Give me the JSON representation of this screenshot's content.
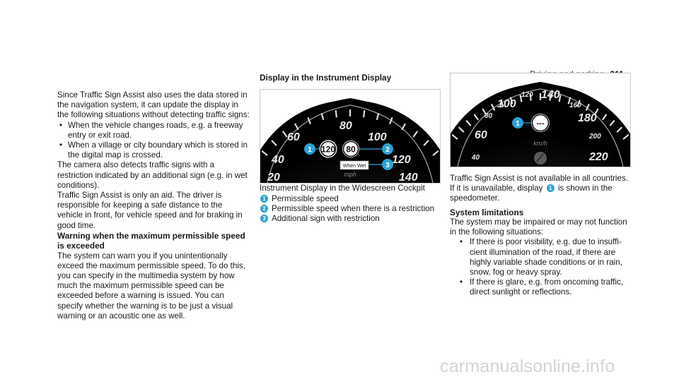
{
  "header": {
    "section": "Driving and parking",
    "page": "211"
  },
  "col1": {
    "intro": "Since Traffic Sign Assist also uses the data stored in the navigation system, it can update the display in the following situations without detecting traffic signs:",
    "bullets": [
      "When the vehicle changes roads, e.g. a free­way entry or exit road.",
      "When a village or city boundary which is stored in the digital map is crossed."
    ],
    "para2": "The camera also detects traffic signs with a restriction indicated by an additional sign (e.g. in wet conditions).",
    "para3": "Traffic Sign Assist is only an aid. The driver is responsible for keeping a safe distance to the vehicle in front, for vehicle speed and for braking in good time.",
    "heading": "Warning when the maximum permissible speed is exceeded",
    "para4": "The system can warn you if you unintentionally exceed the maximum permissible speed. To do this, you can specify in the multimedia system by how much the maximum permissible speed can be exceeded before a warning is issued. You can specify whether the warning is to be just a visual warning or an acoustic one as well."
  },
  "col2": {
    "heading": "Display in the Instrument Display",
    "figure": {
      "sign1": "120",
      "sign2": "80",
      "label": "When Wet",
      "unit": "mph",
      "ticks": [
        "20",
        "40",
        "60",
        "80",
        "100",
        "120",
        "140"
      ],
      "callouts": [
        "1",
        "2",
        "3"
      ]
    },
    "caption": "Instrument Display in the Widescreen Cockpit",
    "legend": [
      {
        "n": "1",
        "text": "Permissible speed"
      },
      {
        "n": "2",
        "text": "Permissible speed when there is a restriction"
      },
      {
        "n": "3",
        "text": "Additional sign with restriction"
      }
    ]
  },
  "col3": {
    "figure": {
      "sign": "---",
      "unit": "km/h",
      "ticks": [
        "40",
        "60",
        "80",
        "100",
        "120",
        "140",
        "160",
        "180",
        "200",
        "220"
      ],
      "callout": "1"
    },
    "para_a": "Traffic Sign Assist is not available in all coun­tries. If it is unavailable, display",
    "para_n": "1",
    "para_b": "is shown in the speedometer.",
    "heading": "System limitations",
    "para2": "The system may be impaired or may not function in the following situations:",
    "bullets": [
      "If there is poor visibility, e.g. due to insuffi­cient illumination of the road, if there are highly variable shade conditions or in rain, snow, fog or heavy spray.",
      "If there is glare, e.g. from oncoming traffic, direct sunlight or reflections."
    ]
  },
  "watermark": "carmanualsonline.info"
}
